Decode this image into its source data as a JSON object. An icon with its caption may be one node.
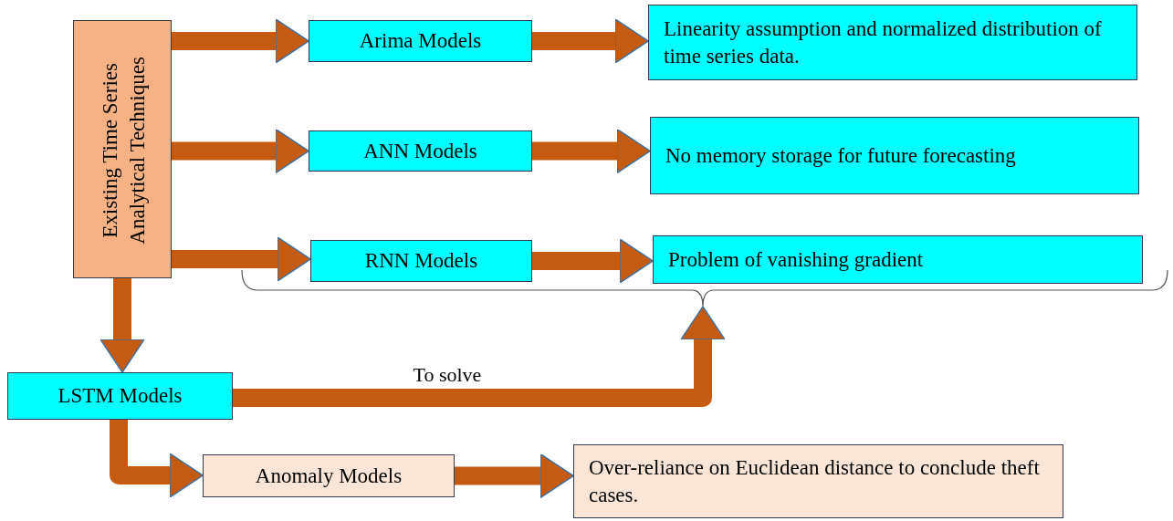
{
  "diagram": {
    "nodes": [
      {
        "text": [
          "Existing Time Series Analytical Techniques"
        ]
      },
      {
        "text": [
          "Arima Models"
        ]
      },
      {
        "text": [
          "Linearity assumption and normalized distribution of time series data."
        ]
      },
      {
        "text": [
          "ANN Models"
        ]
      },
      {
        "text": [
          "No memory storage for future forecasting"
        ]
      },
      {
        "text": [
          "RNN Models"
        ]
      },
      {
        "text": [
          "Problem of vanishing gradient"
        ]
      },
      {
        "text": [
          "LSTM Models"
        ]
      },
      {
        "text": [
          "Anomaly Models"
        ]
      },
      {
        "text": [
          "Over-reliance on Euclidean distance to conclude theft cases."
        ]
      },
      {
        "text": [],
        "shape": "brace"
      }
    ],
    "edges": [
      {
        "from": 0,
        "to": 1,
        "arrow": "to"
      },
      {
        "from": 0,
        "to": 3,
        "arrow": "to"
      },
      {
        "from": 0,
        "to": 5,
        "arrow": "to"
      },
      {
        "from": 1,
        "to": 2,
        "arrow": "to"
      },
      {
        "from": 3,
        "to": 4,
        "arrow": "to"
      },
      {
        "from": 5,
        "to": 6,
        "arrow": "to"
      },
      {
        "from": 0,
        "to": 7,
        "arrow": "to"
      },
      {
        "from": 7,
        "to": 10,
        "arrow": "to",
        "label": "To solve"
      },
      {
        "from": 7,
        "to": 8,
        "arrow": "to"
      },
      {
        "from": 8,
        "to": 9,
        "arrow": "to"
      }
    ]
  }
}
